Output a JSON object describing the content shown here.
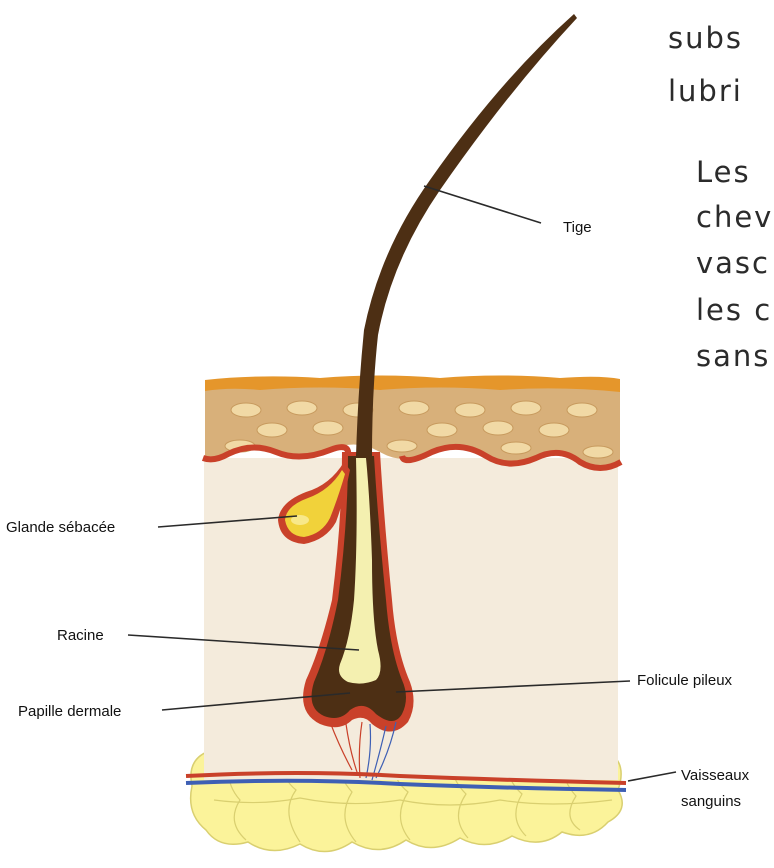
{
  "labels": {
    "tige": "Tige",
    "glande": "Glande sébacée",
    "racine": "Racine",
    "papille": "Papille dermale",
    "folicule": "Folicule pileux",
    "vaisseaux_line1": "Vaisseaux",
    "vaisseaux_line2": "sanguins"
  },
  "side_text": [
    "subs",
    "lubri",
    "Les",
    "chev",
    "vasc",
    "les c",
    "sans"
  ],
  "colors": {
    "epidermis_top": "#e5962b",
    "epidermis": "#d8b07a",
    "cell_fill": "#f1d9a5",
    "skin_border": "#c9412a",
    "dermis": "#f4ebdc",
    "hair": "#4d2f14",
    "root_core": "#f4f0b0",
    "follicle_outline": "#c9412a",
    "sebaceous_gland": "#f1d23a",
    "fat": "#fbf39a",
    "fat_outline": "#d9cf70",
    "vessel_red": "#c9412a",
    "vessel_blue": "#3e5fb4"
  }
}
